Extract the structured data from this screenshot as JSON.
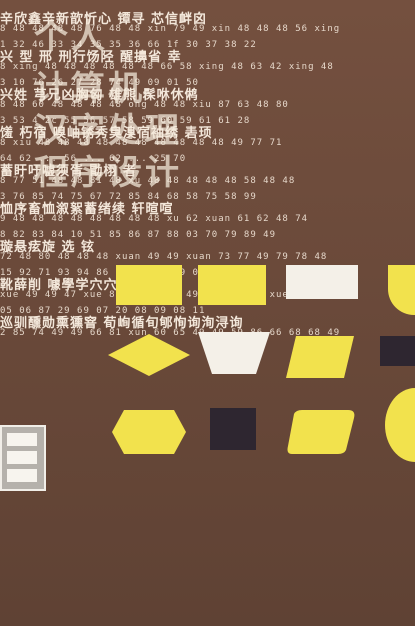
{
  "title": {
    "lines": [
      "个人",
      "计算机",
      "汉字处理",
      "程序设计"
    ]
  },
  "grid_rows": [
    {
      "chars": "辛欣鑫辛新歆忻心        镡寻        芯信衅囟          ",
      "codes": "8  48 48 48 48 76 48 48  xin  79 49  xin  48 48 48 56  xing"
    },
    {
      "chars": "",
      "codes": "1  32 46 33 34 35 35 36       66 1f        30 37 38 22      "
    },
    {
      "chars": "兴     型   邢  刑行饧陉           醒擤省           幸",
      "codes": "8  xing 48 48 48 48 48 48 66 58 xing 48 63 42 xing 48"
    },
    {
      "chars": "",
      "codes": "3       10 76 26 27 28 74             49 09 01          50"
    },
    {
      "chars": "兴姓      芎兄凶胸匈         雄熊           髹咻休鸺",
      "codes": "8  48 60 48 48 48 48 ong 48 48  xiu  87 63 48 80"
    },
    {
      "chars": "",
      "codes": "3  53 4  2c 55 56 57 58    59 60       59 61 61 28"
    },
    {
      "chars": "馐    朽宿     嗅岫锈秀臭溴宿袖绣         砉顼",
      "codes": "8  xiu 48 48 48 48 48 48 48 48 48 48  49 77 71"
    },
    {
      "chars": "",
      "codes": "   64 62 ... 56 ... 62 ... 25 70"
    },
    {
      "chars": "蓄盱吁嘘须胥    勖栩                   者",
      "codes": "8 77 51 48 48 81 48  xu 48 48 48 48 48 58 48 48"
    },
    {
      "chars": "",
      "codes": "3 76 85 74 75 67      72 85 84 68 58 75 58 99"
    },
    {
      "chars": "恤序畜恤溆絮蓄绪续         轩暄喧",
      "codes": "9 48 48 48 48 48 48 48 48 xu 62 xuan 61 62 48 74"
    },
    {
      "chars": "",
      "codes": "8 82 83 84 10 51 85 86 87 88   03   70 79 89 49"
    },
    {
      "chars": "璇悬痃旋        选        铉",
      "codes": "72 48 80 48 48 48 xuan 49 49 xuan 73 77 49 79 78 48"
    },
    {
      "chars": "",
      "codes": "15 92 71 93 94 86      01 02      24 59 03 64 71 93"
    },
    {
      "chars": "     靴薛削     噱學学穴穴       雪鳕       血",
      "codes": "xue 49 49 47 xue 85 64 49 77 49  xue 49 87  xue 49"
    },
    {
      "chars": "",
      "codes": "    05 06 87    29 69 07 20 08     09 08     11"
    },
    {
      "chars": "巡驯醺勋熏獯窨     荀峋循旬郇恂询洵浔询",
      "codes": "2 85 74 49 49 66 81 xun 60 65 49 49 59 86 66 68 68 49"
    },
    {
      "chars": "",
      "codes": "                                         "
    }
  ]
}
